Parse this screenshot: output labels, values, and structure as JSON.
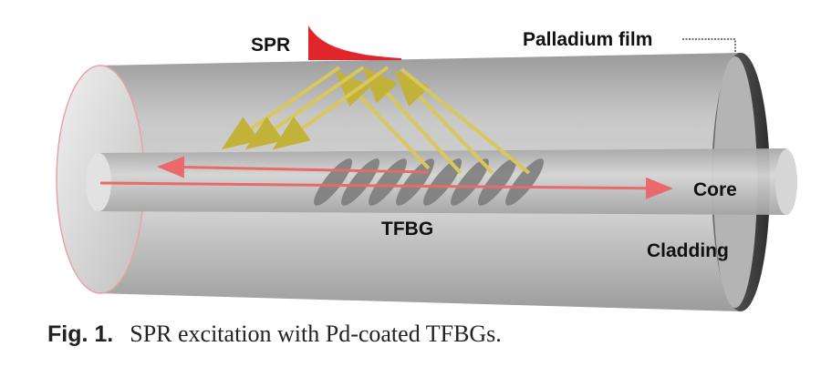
{
  "labels": {
    "spr": "SPR",
    "palladium_film": "Palladium film",
    "core": "Core",
    "cladding": "Cladding",
    "tfbg": "TFBG"
  },
  "caption": {
    "figure_number": "Fig. 1.",
    "text": "SPR excitation with Pd-coated TFBGs."
  },
  "colors": {
    "cladding": "#bcbcbc",
    "core": "#c9c9c9",
    "palladium_film": "#4a4a4a",
    "guided_light": "#e86a6a",
    "coupled_light": "#d8c85a",
    "spr_field": "#e0262a",
    "grating_planes": "#7a7a7a"
  }
}
